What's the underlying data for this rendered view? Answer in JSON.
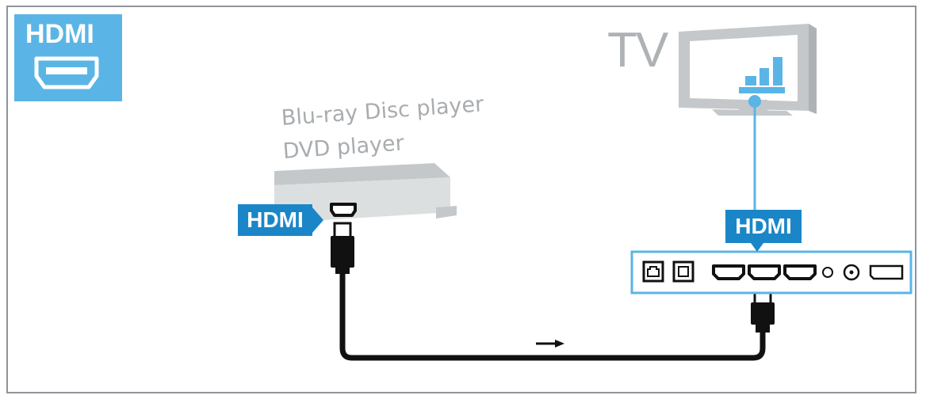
{
  "badge": {
    "label": "HDMI",
    "icon": "hdmi-port-icon"
  },
  "tv": {
    "label": "TV",
    "icon": "television-icon"
  },
  "source_device": {
    "line1": "Blu-ray Disc  player",
    "line2": "DVD player"
  },
  "source_port": {
    "label": "HDMI"
  },
  "tv_port": {
    "label": "HDMI"
  },
  "colors": {
    "accent_light": "#5ab5e6",
    "accent_dark": "#1a86c8",
    "gray": "#c5c8ca",
    "cable": "#111111"
  }
}
